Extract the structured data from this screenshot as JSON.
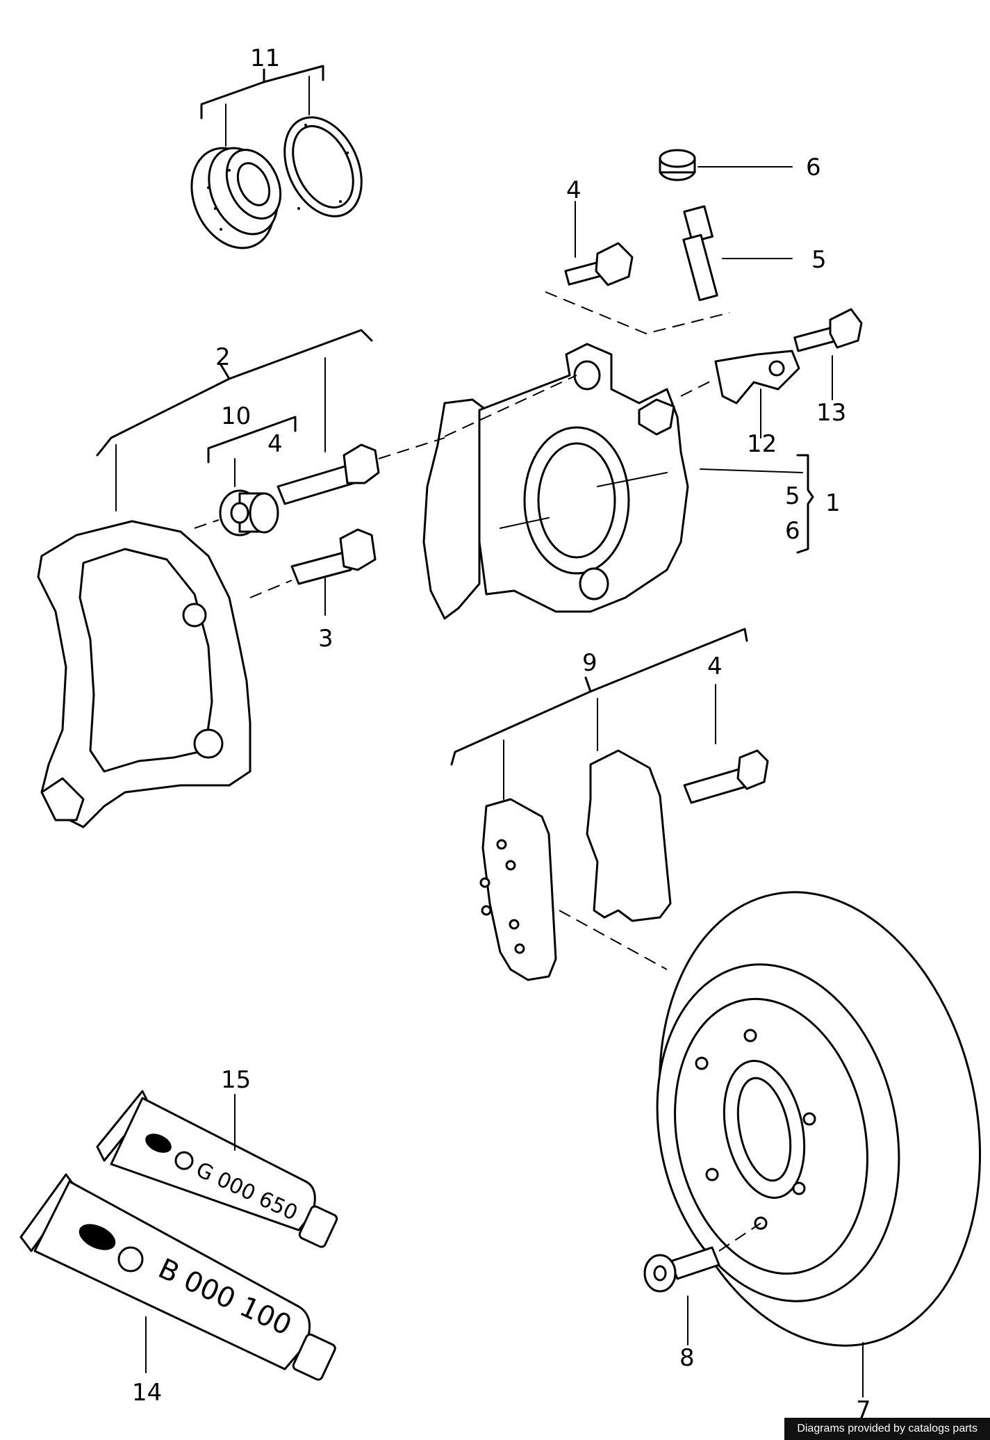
{
  "callouts": {
    "n1": "1",
    "n2": "2",
    "n3": "3",
    "n4a": "4",
    "n4b": "4",
    "n4c": "4",
    "n5a": "5",
    "n5b": "5",
    "n6a": "6",
    "n6b": "6",
    "n7": "7",
    "n8": "8",
    "n9": "9",
    "n10": "10",
    "n11": "11",
    "n12": "12",
    "n13": "13",
    "n14": "14",
    "n15": "15"
  },
  "tubes": {
    "small_code": "G 000 650",
    "large_code": "B 000 100"
  },
  "footer": {
    "credit": "Diagrams provided by catalogs parts"
  }
}
